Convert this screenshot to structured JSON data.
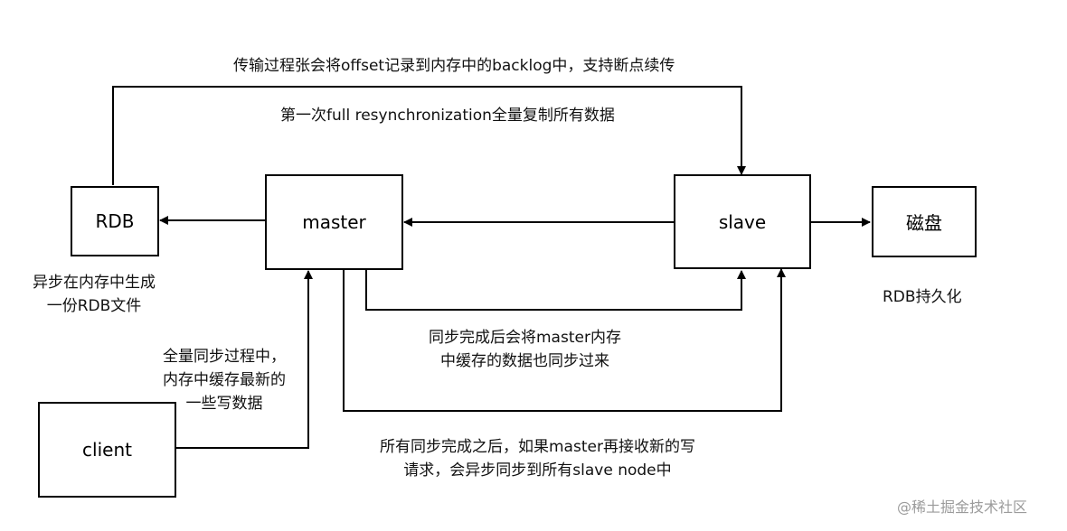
{
  "nodes": {
    "rdb": "RDB",
    "master": "master",
    "slave": "slave",
    "disk": "磁盘",
    "client": "client"
  },
  "notes": {
    "backlog": "传输过程张会将offset记录到内存中的backlog中，支持断点续传",
    "full_resync": "第一次full resynchronization全量复制所有数据",
    "rdb_gen": [
      "异步在内存中生成",
      "一份RDB文件"
    ],
    "rdb_persist": "RDB持久化",
    "client_cache": [
      "全量同步过程中，",
      "内存中缓存最新的",
      "一些写数据"
    ],
    "master_sync": [
      "同步完成后会将master内存",
      "中缓存的数据也同步过来"
    ],
    "async_sync": [
      "所有同步完成之后，如果master再接收新的写",
      "请求，会异步同步到所有slave node中"
    ]
  },
  "watermark": "@稀土掘金技术社区"
}
